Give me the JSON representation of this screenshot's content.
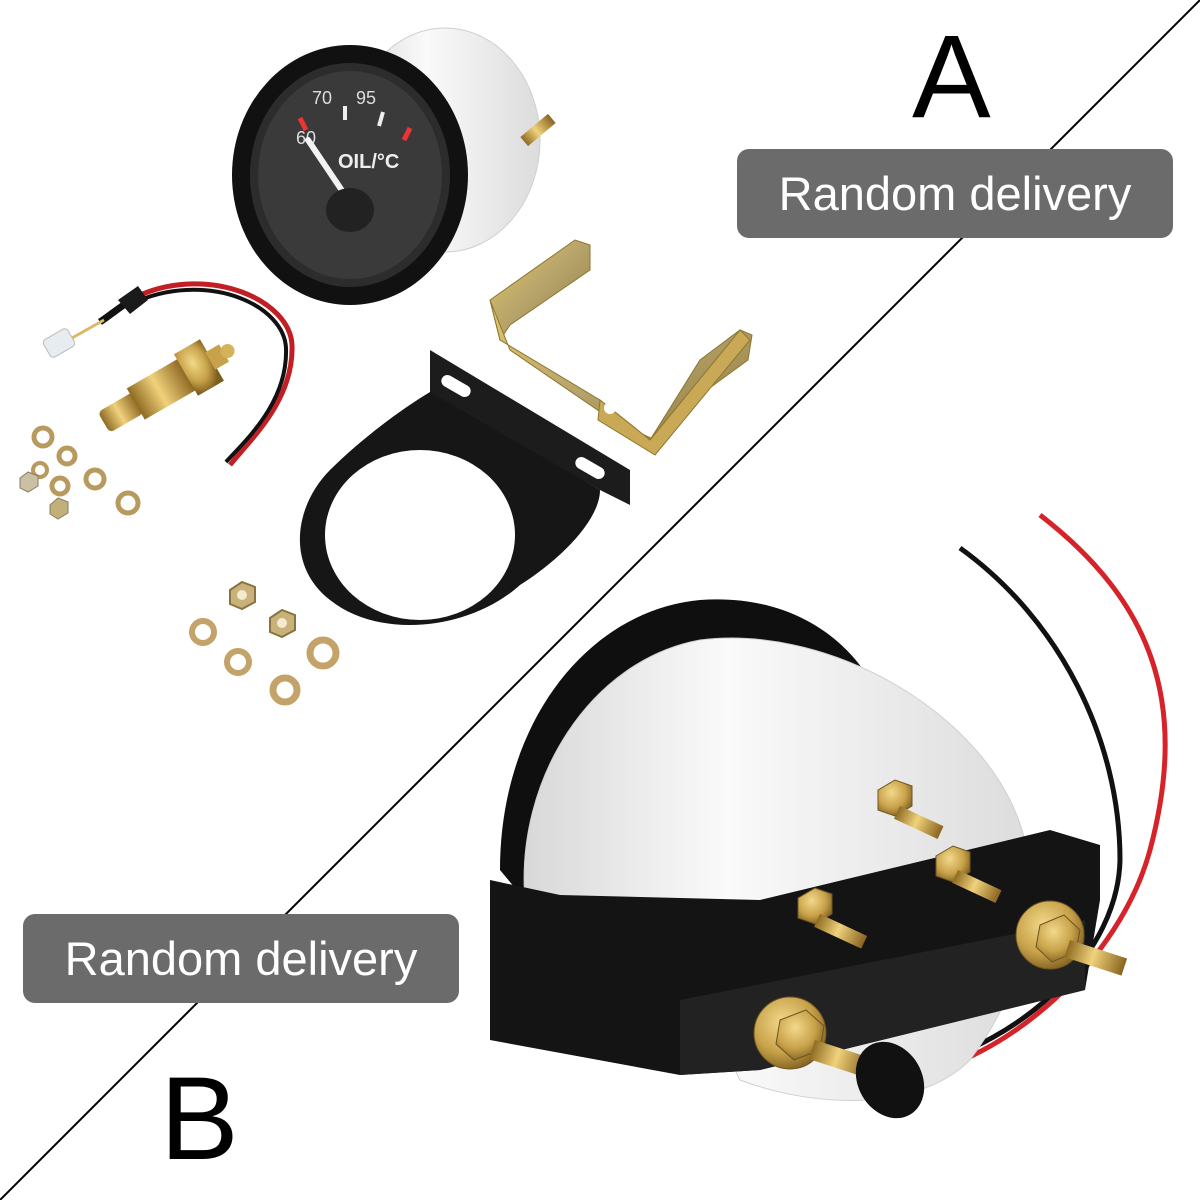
{
  "labels": {
    "variant_a": "A",
    "variant_b": "B",
    "badge_a": "Random delivery",
    "badge_b": "Random delivery"
  },
  "gauge_face": {
    "ticks": [
      "60",
      "70",
      "95"
    ],
    "unit": "OIL/°C"
  },
  "colors": {
    "badge_bg": "#6b6b6b",
    "badge_text": "#ffffff",
    "divider": "#000000",
    "gauge_bezel": "#111111",
    "gauge_body": "#f4f4f4",
    "brass": "#c8a24a",
    "wire_red": "#d6232a",
    "wire_black": "#111111"
  }
}
